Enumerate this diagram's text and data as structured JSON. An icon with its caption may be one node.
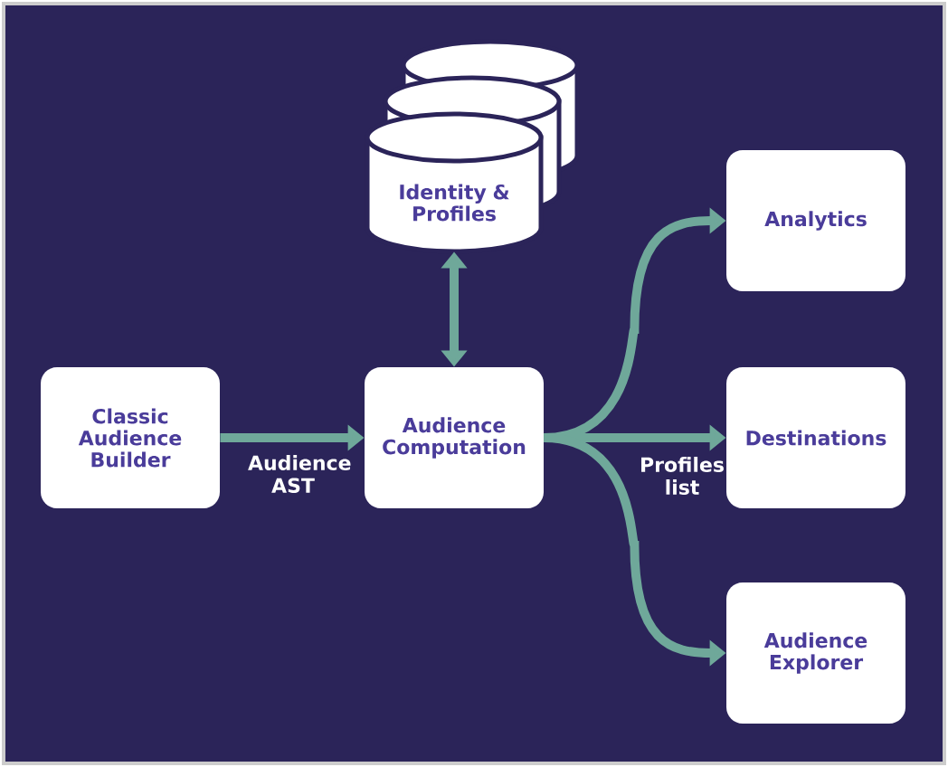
{
  "diagram": {
    "nodes": [
      {
        "text": [
          "Classic Audience Builder"
        ]
      },
      {
        "text": [
          "Identity & Profiles"
        ]
      },
      {
        "text": [
          "Audience Computation"
        ]
      },
      {
        "text": [
          "Analytics"
        ]
      },
      {
        "text": [
          "Destinations"
        ]
      },
      {
        "text": [
          "Audience Explorer"
        ]
      }
    ],
    "edges": [
      {
        "from": 0,
        "to": 2,
        "arrow": "to",
        "label": "Audience AST"
      },
      {
        "from": 2,
        "to": 1,
        "arrow": "both"
      },
      {
        "from": 2,
        "to": 3,
        "arrow": "to"
      },
      {
        "from": 2,
        "to": 4,
        "arrow": "to",
        "label": "Profiles list"
      },
      {
        "from": 2,
        "to": 5,
        "arrow": "to"
      }
    ]
  }
}
